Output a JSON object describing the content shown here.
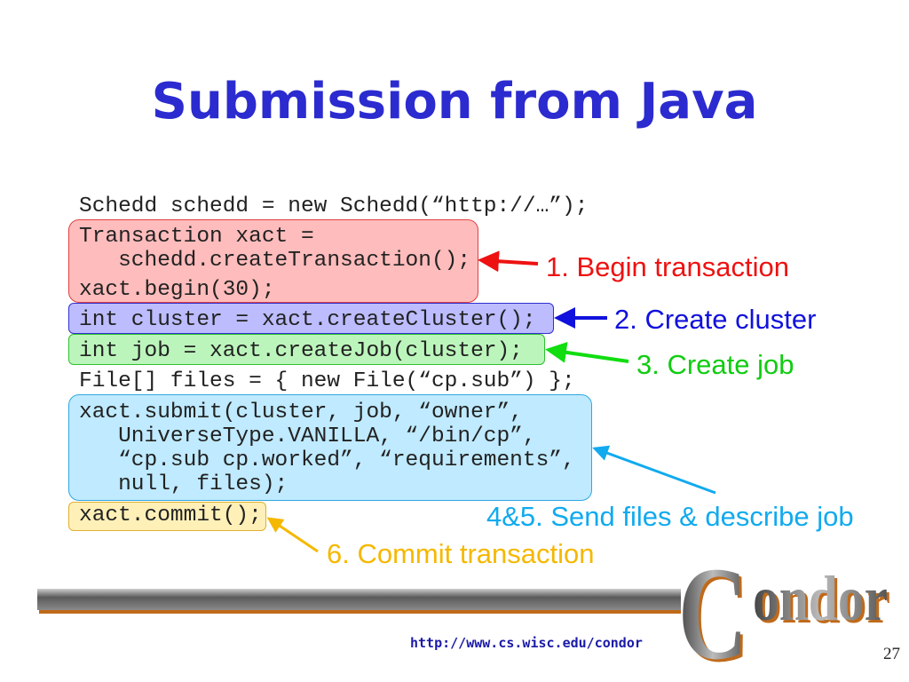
{
  "title": "Submission from Java",
  "code": {
    "l0": "Schedd schedd = new Schedd(“http://…”);",
    "l1": "Transaction xact =",
    "l2": "   schedd.createTransaction();",
    "l3": "xact.begin(30);",
    "l4": "int cluster = xact.createCluster();",
    "l5": "int job = xact.createJob(cluster);",
    "l6": "File[] files = { new File(“cp.sub”) };",
    "l7": "xact.submit(cluster, job, “owner”,",
    "l8": "   UniverseType.VANILLA, “/bin/cp”,",
    "l9": "   “cp.sub cp.worked”, “requirements”,",
    "l10": "   null, files);",
    "l11": "xact.commit();"
  },
  "labels": {
    "step1": "1. Begin transaction",
    "step2": "2. Create cluster",
    "step3": "3. Create job",
    "step45": "4&5. Send files & describe job",
    "step6": "6. Commit transaction"
  },
  "colors": {
    "step1": "#ee1111",
    "step2": "#1111dd",
    "step3": "#11cc11",
    "step45": "#11aaee",
    "step6": "#f5b800"
  },
  "footer": {
    "url": "http://www.cs.wisc.edu/condor",
    "page": "27",
    "logo": "Condor"
  }
}
